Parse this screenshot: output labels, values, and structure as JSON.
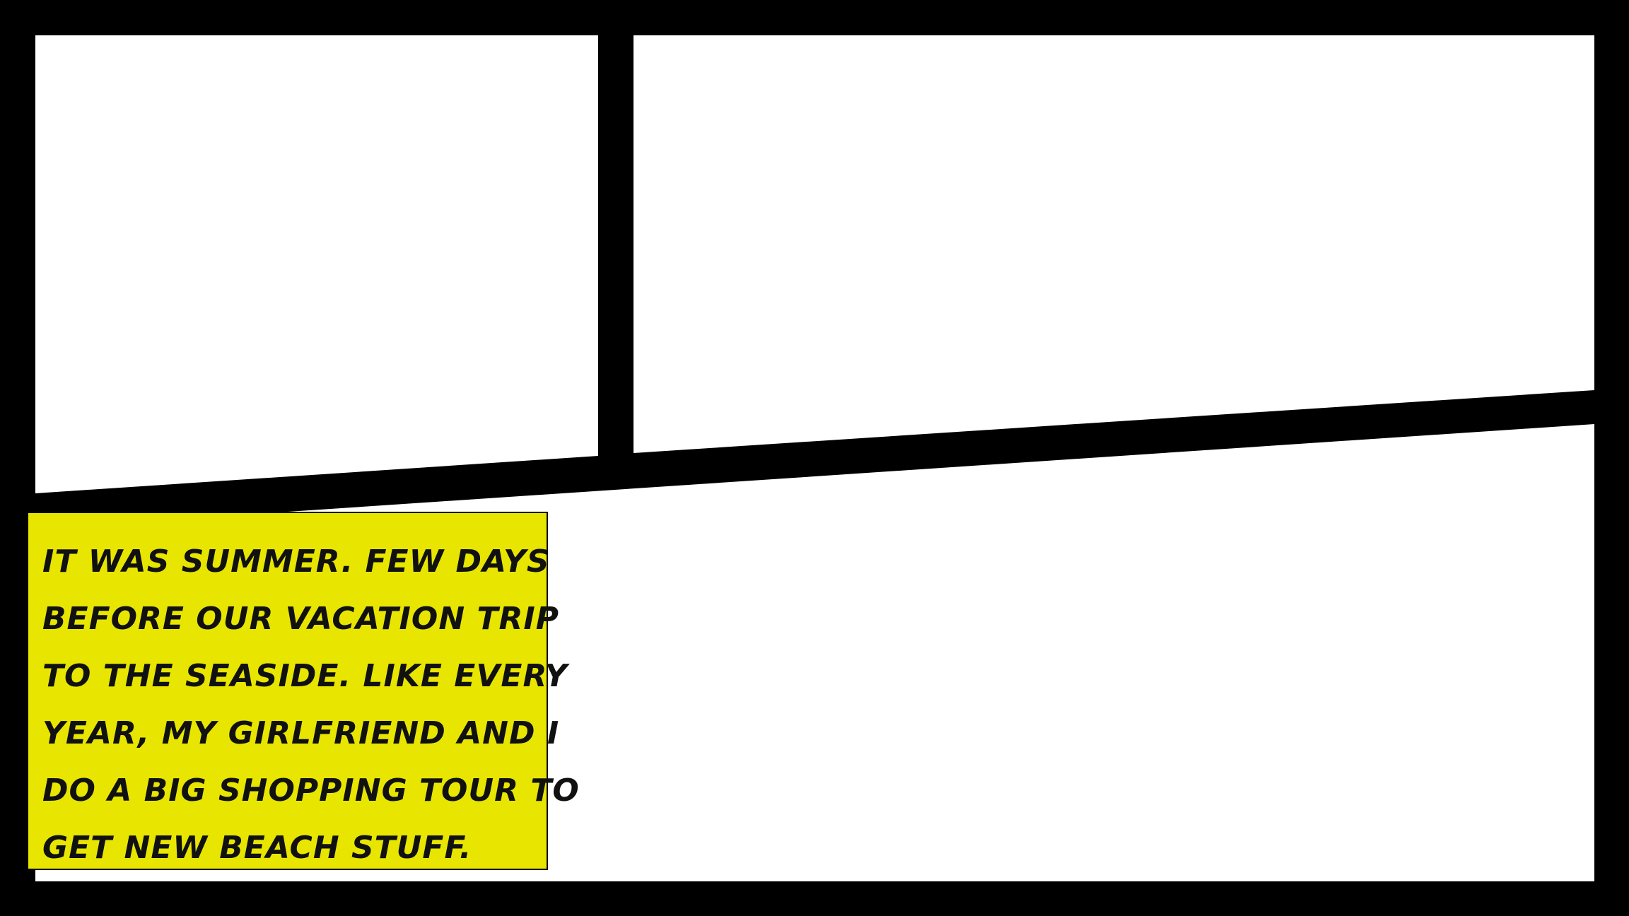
{
  "comic": {
    "caption": {
      "lines": [
        "IT WAS SUMMER. FEW DAYS",
        "BEFORE OUR VACATION TRIP",
        "TO THE SEASIDE. LIKE EVERY",
        "YEAR, MY GIRLFRIEND AND I",
        "DO A BIG SHOPPING TOUR TO",
        "GET NEW BEACH STUFF."
      ]
    },
    "colors": {
      "gutter": "#000000",
      "panel": "#ffffff",
      "caption_background": "#e8e600",
      "caption_text": "#111111"
    }
  }
}
